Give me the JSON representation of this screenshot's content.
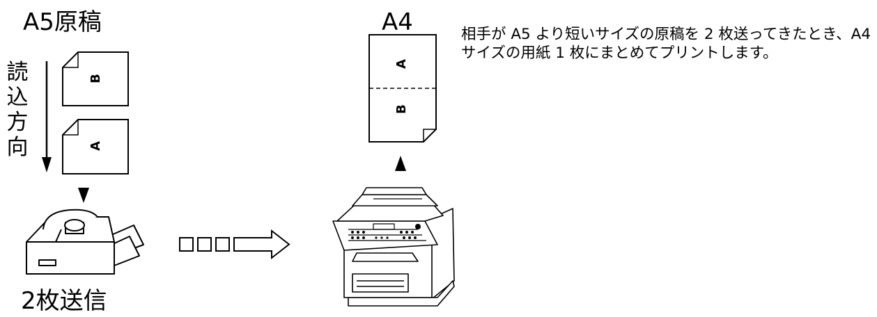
{
  "source_label": "A5原稿",
  "read_direction": [
    "読",
    "込",
    "方",
    "向"
  ],
  "send_label": "2枚送信",
  "output_label": "A4",
  "description": "相手が A5 より短いサイズの原稿を 2 枚送ってきたとき、A4 サイズの用紙 1 枚にまとめてプリントします。",
  "pages": {
    "first": "A",
    "second": "B"
  },
  "icons": {
    "sender": "fax-machine-icon",
    "receiver": "multifunction-printer-icon",
    "transmission": "transmission-arrow-icon"
  }
}
